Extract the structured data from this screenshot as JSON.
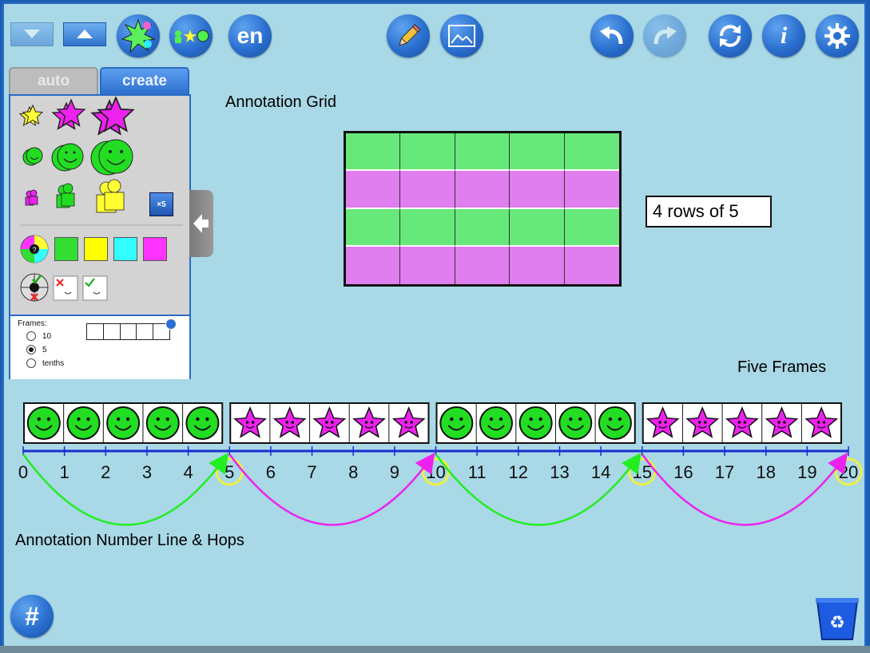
{
  "toolbar": {
    "language": "en",
    "pencil_icon": "pencil-icon",
    "image_icon": "image-icon",
    "undo_icon": "undo-icon",
    "redo_icon": "redo-icon",
    "refresh_icon": "refresh-icon",
    "info_label": "i",
    "settings_icon": "gear-icon",
    "grid_label": "#"
  },
  "panel": {
    "tabs": [
      {
        "label": "auto"
      },
      {
        "label": "create"
      }
    ],
    "multiplier": "×5",
    "colors": [
      "#33dd33",
      "#ffff00",
      "#33ffff",
      "#ff33ff"
    ],
    "frames_label": "Frames:",
    "frame_options": [
      "10",
      "5",
      "tenths"
    ],
    "frame_selected": "5"
  },
  "canvas": {
    "grid_title": "Annotation Grid",
    "grid_caption": "4 rows of 5",
    "grid": {
      "rows": 4,
      "cols": 5,
      "row_colors": [
        "#66e97a",
        "#e07ef0",
        "#66e97a",
        "#e07ef0"
      ]
    },
    "frames_title": "Five Frames",
    "frames": [
      "smiley",
      "star",
      "smiley",
      "star"
    ],
    "numberline_title": "Annotation Number Line & Hops",
    "numberline": {
      "min": 0,
      "max": 20,
      "labels": [
        "0",
        "1",
        "2",
        "3",
        "4",
        "5",
        "6",
        "7",
        "8",
        "9",
        "10",
        "11",
        "12",
        "13",
        "14",
        "15",
        "16",
        "17",
        "18",
        "19",
        "20"
      ],
      "circled": [
        5,
        10,
        15,
        20
      ]
    },
    "hops": [
      {
        "from": 0,
        "to": 5,
        "color": "#22ee22"
      },
      {
        "from": 5,
        "to": 10,
        "color": "#ee22ee"
      },
      {
        "from": 10,
        "to": 15,
        "color": "#22ee22"
      },
      {
        "from": 15,
        "to": 20,
        "color": "#ee22ee"
      }
    ]
  },
  "colors": {
    "background": "#a9d8e6",
    "accent": "#2a6fcf",
    "green": "#22dd22",
    "magenta": "#ee22ee"
  }
}
